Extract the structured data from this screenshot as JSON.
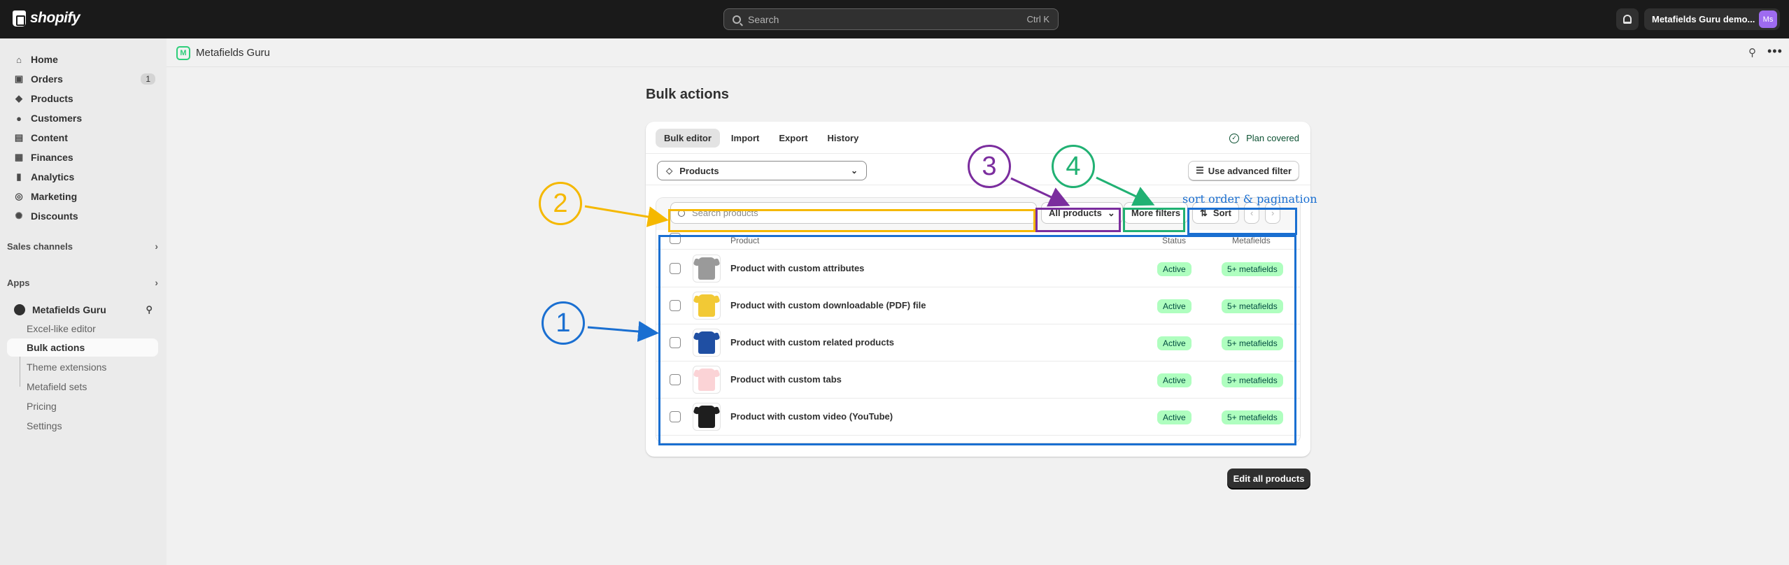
{
  "topbar": {
    "brand": "shopify",
    "search_placeholder": "Search",
    "search_shortcut": "Ctrl K",
    "store_name": "Metafields Guru demo...",
    "avatar_initials": "Ms"
  },
  "sidebar": {
    "items": [
      {
        "label": "Home",
        "icon": "home-icon"
      },
      {
        "label": "Orders",
        "icon": "orders-icon",
        "badge": "1"
      },
      {
        "label": "Products",
        "icon": "tag-icon"
      },
      {
        "label": "Customers",
        "icon": "person-icon"
      },
      {
        "label": "Content",
        "icon": "content-icon"
      },
      {
        "label": "Finances",
        "icon": "bank-icon"
      },
      {
        "label": "Analytics",
        "icon": "chart-icon"
      },
      {
        "label": "Marketing",
        "icon": "target-icon"
      },
      {
        "label": "Discounts",
        "icon": "discount-icon"
      }
    ],
    "sales_channels": "Sales channels",
    "apps": "Apps",
    "app_name": "Metafields Guru",
    "app_sub_items": [
      "Excel-like editor",
      "Bulk actions",
      "Theme extensions",
      "Metafield sets",
      "Pricing",
      "Settings"
    ]
  },
  "app_header": {
    "title": "Metafields Guru"
  },
  "page": {
    "title": "Bulk actions",
    "tabs": [
      "Bulk editor",
      "Import",
      "Export",
      "History"
    ],
    "plan_status": "Plan covered",
    "resource_select": "Products",
    "advanced_filter": "Use advanced filter",
    "search_placeholder": "Search products",
    "all_products": "All products",
    "more_filters": "More filters",
    "sort": "Sort",
    "table_headers": {
      "product": "Product",
      "status": "Status",
      "metafields": "Metafields"
    },
    "rows": [
      {
        "name": "Product with custom attributes",
        "status": "Active",
        "metafields": "5+ metafields",
        "color": "#9a9a9a"
      },
      {
        "name": "Product with custom downloadable (PDF) file",
        "status": "Active",
        "metafields": "5+ metafields",
        "color": "#f2c935"
      },
      {
        "name": "Product with custom related products",
        "status": "Active",
        "metafields": "5+ metafields",
        "color": "#1f4fa3"
      },
      {
        "name": "Product with custom tabs",
        "status": "Active",
        "metafields": "5+ metafields",
        "color": "#fbd3d6"
      },
      {
        "name": "Product with custom video (YouTube)",
        "status": "Active",
        "metafields": "5+ metafields",
        "color": "#1e1e1e"
      }
    ],
    "edit_all": "Edit all products"
  },
  "annotations": {
    "n1": "1",
    "n2": "2",
    "n3": "3",
    "n4": "4",
    "sort_note": "sort order & pagination",
    "colors": {
      "blue": "#1a6fd1",
      "yellow": "#f5b800",
      "purple": "#7b2d9e",
      "green": "#21b173"
    }
  }
}
